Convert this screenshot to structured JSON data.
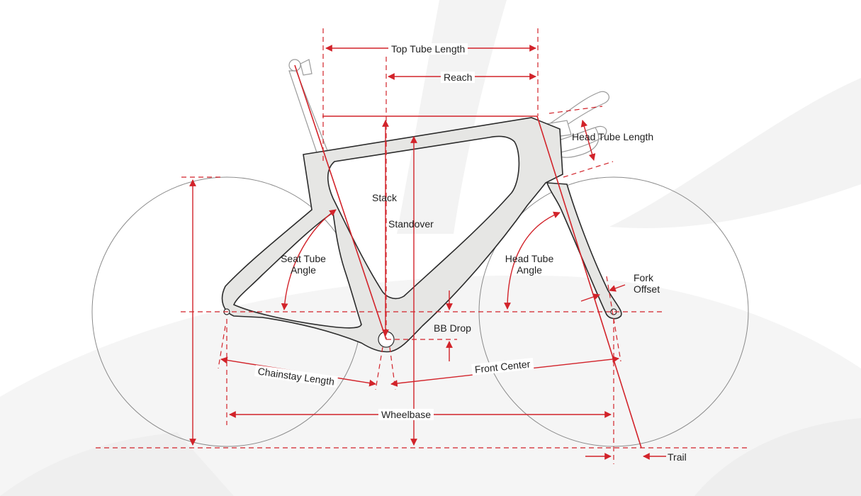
{
  "labels": {
    "top_tube_length": "Top Tube Length",
    "reach": "Reach",
    "head_tube_length": "Head Tube Length",
    "stack": "Stack",
    "standover": "Standover",
    "seat_tube_angle_l1": "Seat Tube",
    "seat_tube_angle_l2": "Angle",
    "head_tube_angle_l1": "Head Tube",
    "head_tube_angle_l2": "Angle",
    "fork_offset_l1": "Fork",
    "fork_offset_l2": "Offset",
    "bb_drop": "BB Drop",
    "chainstay_length": "Chainstay Length",
    "front_center": "Front Center",
    "wheelbase": "Wheelbase",
    "trail": "Trail"
  },
  "colors": {
    "dimension": "#d2232a",
    "frame_fill": "#e6e6e4",
    "frame_stroke": "#2b2b2b",
    "wheel": "#8a8a8a",
    "background_swoosh": "#f2f2f2"
  }
}
